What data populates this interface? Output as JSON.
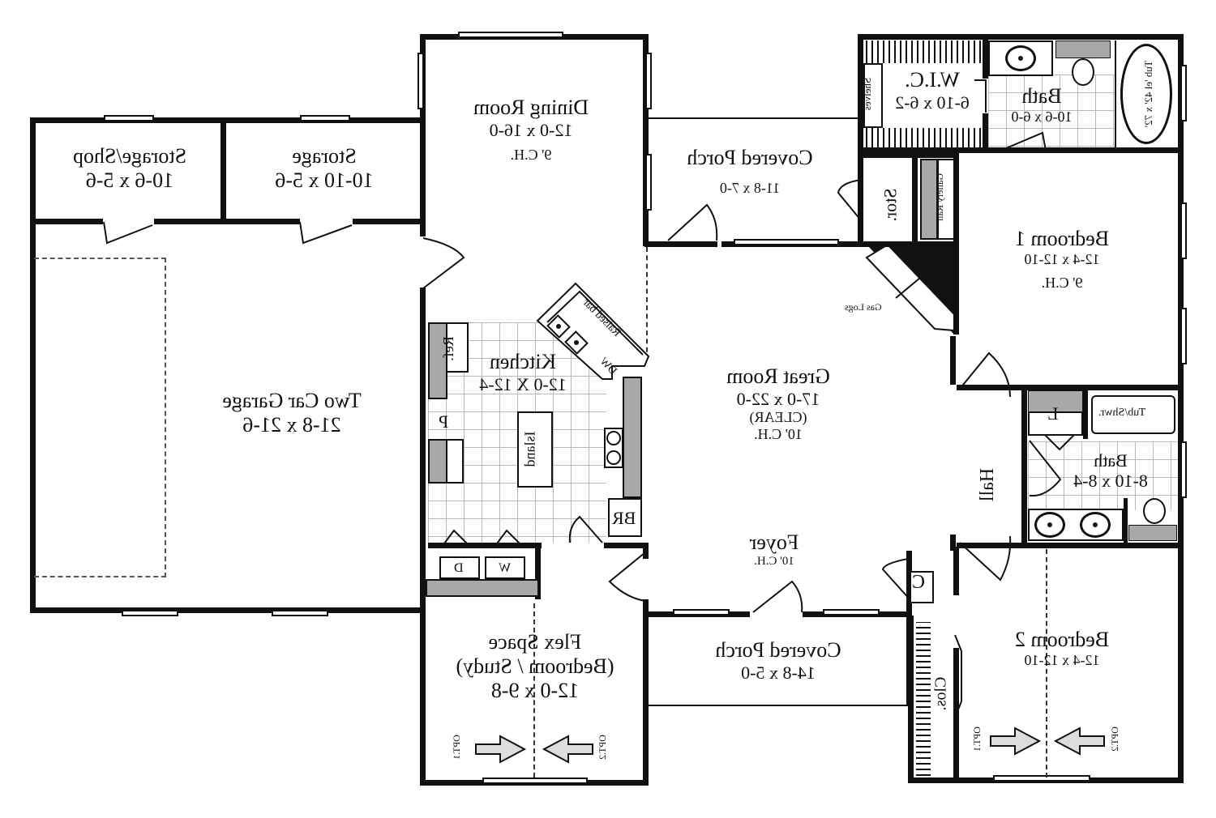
{
  "plan": {
    "orientation": "mirrored",
    "rooms": {
      "storage_shop": {
        "name": "Storage/Shop",
        "dims": "10-6 x 5-6"
      },
      "storage": {
        "name": "Storage",
        "dims": "10-10 x 5-6"
      },
      "garage": {
        "name": "Two Car Garage",
        "dims": "21-8 x 21-6"
      },
      "dining": {
        "name": "Dining Room",
        "dims": "12-0 x 16-0",
        "ceiling": "9' C.H."
      },
      "covered_porch_rear": {
        "name": "Covered Porch",
        "dims": "11-8 x 7-0"
      },
      "wic": {
        "name": "W.I.C.",
        "dims": "6-10 x 6-2",
        "shelves": "Shelves"
      },
      "master_bath": {
        "name": "Bath",
        "dims": "10-6 x 6-0",
        "tub": "Tub 'el 42' x 72'"
      },
      "bedroom1": {
        "name": "Bedroom 1",
        "dims": "12-4 x 12-10",
        "ceiling": "9' C.H."
      },
      "stor": {
        "name": "Stor."
      },
      "gallery": {
        "name": "Gallery Rail"
      },
      "fireplace": {
        "name": "Gas Logs"
      },
      "kitchen": {
        "name": "Kitchen",
        "dims": "12-0 X 12-4",
        "island": "Island",
        "raised_bar": "Raised bar",
        "dw": "DW",
        "ref": "Ref.",
        "pantry": "P",
        "br": "BR",
        "dryer": "D",
        "washer": "W"
      },
      "great_room": {
        "name": "Great Room",
        "dims": "17-0 x 22-0",
        "note": "(CLEAR)",
        "ceiling": "10' C.H."
      },
      "foyer": {
        "name": "Foyer",
        "ceiling": "10' C.H."
      },
      "hall": {
        "name": "Hall"
      },
      "linen": {
        "name": "L"
      },
      "bath2": {
        "name": "Bath",
        "dims": "8-10 x 8-4",
        "tub": "Tub/Shwr."
      },
      "coat_closet": {
        "name": "C"
      },
      "covered_porch_front": {
        "name": "Covered Porch",
        "dims": "14-8 x 5-0"
      },
      "flex": {
        "name": "Flex Space",
        "sub": "(Bedroom / Study)",
        "dims": "12-0 x 9-8",
        "opt1": "OPT.1",
        "opt2": "OPT.2"
      },
      "bedroom2": {
        "name": "Bedroom 2",
        "dims": "12-4 x 12-10",
        "closet": "Clos.",
        "opt1": "OPT.1",
        "opt2": "OPT.2"
      }
    }
  }
}
